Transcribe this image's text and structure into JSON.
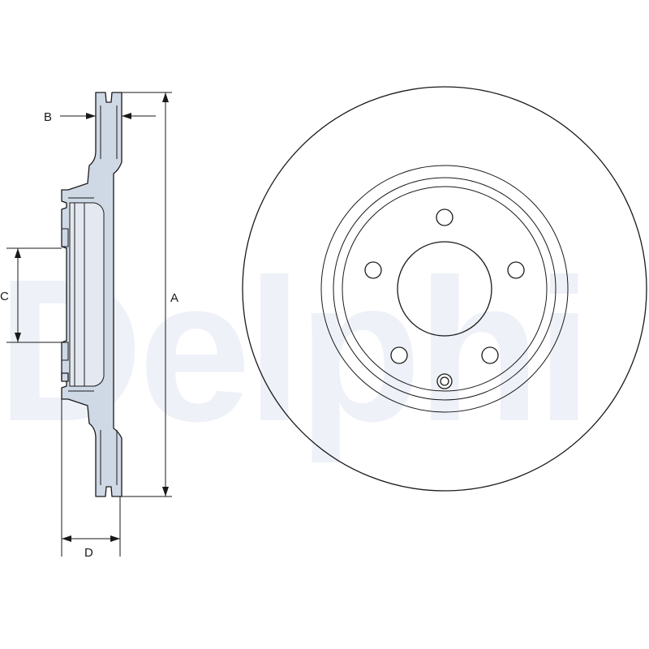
{
  "watermark": "Delphi",
  "labels": {
    "A": "A",
    "B": "B",
    "C": "C",
    "D": "D"
  },
  "colors": {
    "line": "#1a1a1a",
    "section_fill": "#cfd8e5",
    "watermark": "#eef1f8"
  }
}
